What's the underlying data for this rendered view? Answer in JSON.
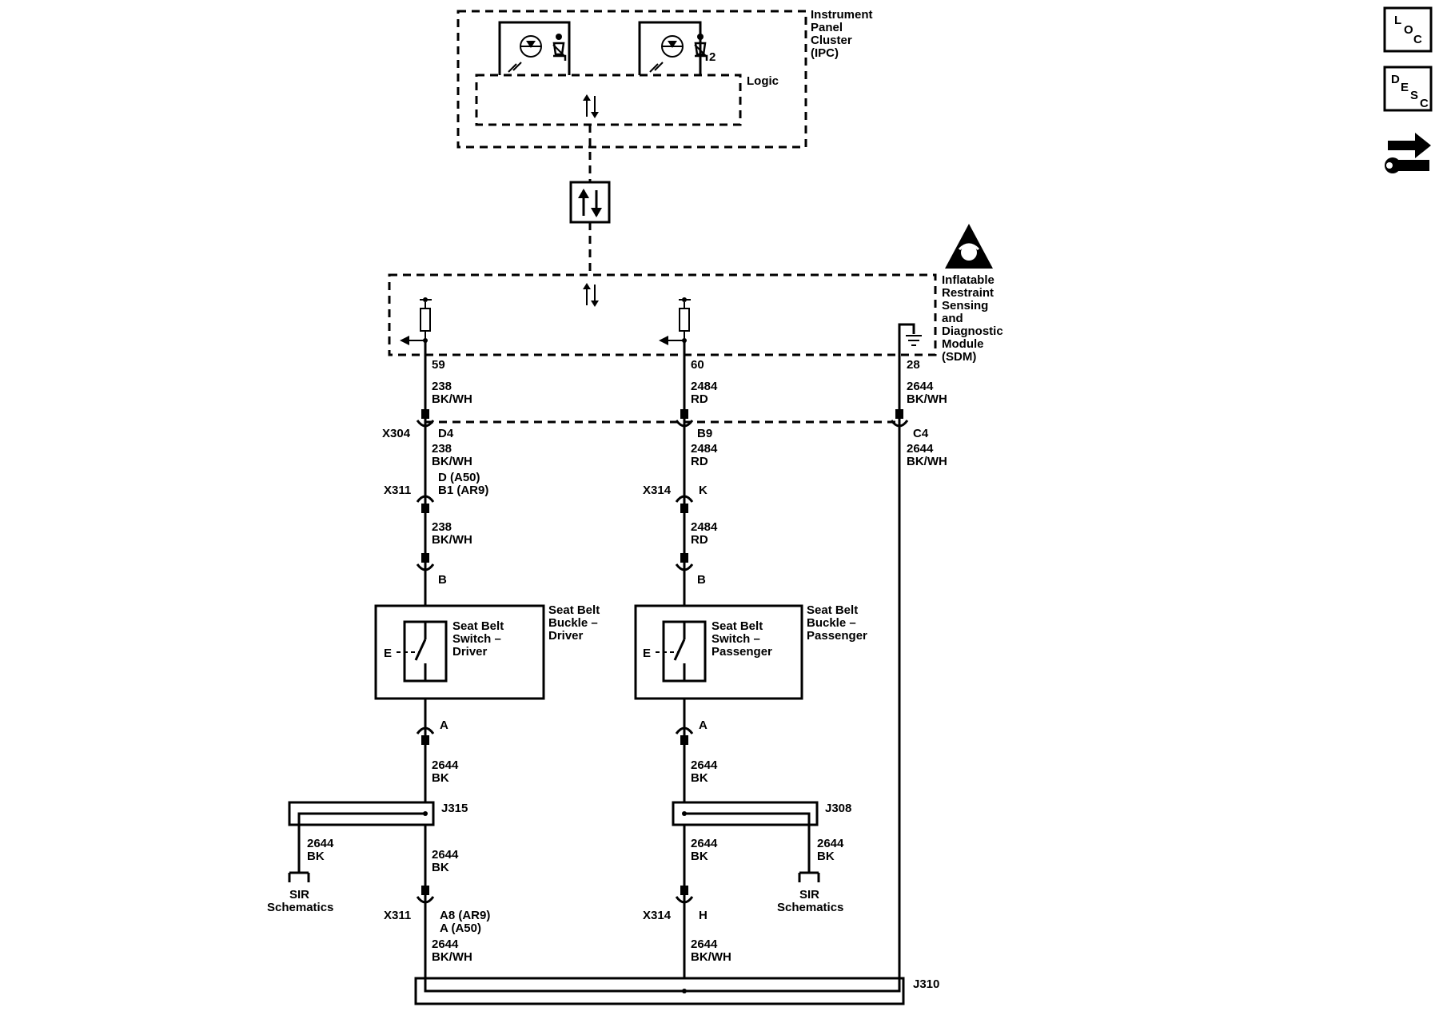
{
  "ipc": {
    "label_lines": [
      "Instrument",
      "Panel",
      "Cluster",
      "(IPC)"
    ],
    "logic_label": "Logic",
    "indicator2_suffix": "2"
  },
  "sdm": {
    "label_lines": [
      "Inflatable",
      "Restraint",
      "Sensing",
      "and",
      "Diagnostic",
      "Module",
      "(SDM)"
    ]
  },
  "circuits": {
    "driver": {
      "sdm_pin": "59",
      "wire1": [
        "238",
        "BK/WH"
      ],
      "x304_conn": "X304",
      "x304_pin": "D4",
      "wire2": [
        "238",
        "BK/WH"
      ],
      "x311_pins": [
        "D (A50)",
        "B1 (AR9)"
      ],
      "x311_conn": "X311",
      "wire3": [
        "238",
        "BK/WH"
      ],
      "pin_b": "B",
      "switch_label": [
        "Seat Belt",
        "Switch –",
        "Driver"
      ],
      "buckle_label": [
        "Seat Belt",
        "Buckle –",
        "Driver"
      ],
      "pin_a": "A",
      "wire4": [
        "2644",
        "BK"
      ],
      "splice": "J315",
      "branch_wire": [
        "2644",
        "BK"
      ],
      "sir_label": [
        "SIR",
        "Schematics"
      ],
      "wire5": [
        "2644",
        "BK"
      ],
      "x311b_conn": "X311",
      "x311b_pins": [
        "A8 (AR9)",
        "A (A50)"
      ],
      "wire6": [
        "2644",
        "BK/WH"
      ]
    },
    "passenger": {
      "sdm_pin": "60",
      "wire1": [
        "2484",
        "RD"
      ],
      "x304_pin": "B9",
      "wire2": [
        "2484",
        "RD"
      ],
      "x314_conn": "X314",
      "x314_pin": "K",
      "wire3": [
        "2484",
        "RD"
      ],
      "pin_b": "B",
      "switch_label": [
        "Seat Belt",
        "Switch –",
        "Passenger"
      ],
      "buckle_label": [
        "Seat Belt",
        "Buckle –",
        "Passenger"
      ],
      "pin_a": "A",
      "wire4": [
        "2644",
        "BK"
      ],
      "splice": "J308",
      "branch_wire": [
        "2644",
        "BK"
      ],
      "sir_label": [
        "SIR",
        "Schematics"
      ],
      "wire5": [
        "2644",
        "BK"
      ],
      "x314b_conn": "X314",
      "x314b_pin": "H",
      "wire6": [
        "2644",
        "BK/WH"
      ]
    },
    "ground": {
      "sdm_pin": "28",
      "wire1": [
        "2644",
        "BK/WH"
      ],
      "x304_pin": "C4",
      "wire2": [
        "2644",
        "BK/WH"
      ]
    }
  },
  "bottom_splice": "J310",
  "side_icons": {
    "loc": [
      "L",
      "O",
      "C"
    ],
    "desc": [
      "D",
      "E",
      "S",
      "C"
    ],
    "tool": "wrench-arrow-icon"
  }
}
